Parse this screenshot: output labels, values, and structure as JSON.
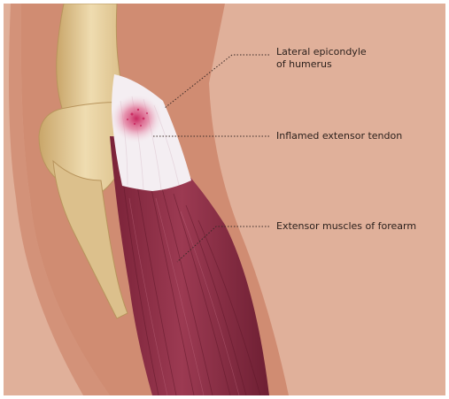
{
  "labels": {
    "lateral_epicondyle": "Lateral epicondyle\nof humerus",
    "inflamed_tendon": "Inflamed extensor tendon",
    "extensor_muscles": "Extensor muscles of forearm"
  },
  "colors": {
    "background": "#e0b09a",
    "arm_skin": "#d08c72",
    "bone": "#ead4a6",
    "bone_shadow": "#c9a66a",
    "tendon": "#f4eef2",
    "inflammation": "#d23c6e",
    "muscle": "#8f2f45",
    "muscle_dark": "#6e1f33",
    "leader_line": "#3a2a26"
  }
}
